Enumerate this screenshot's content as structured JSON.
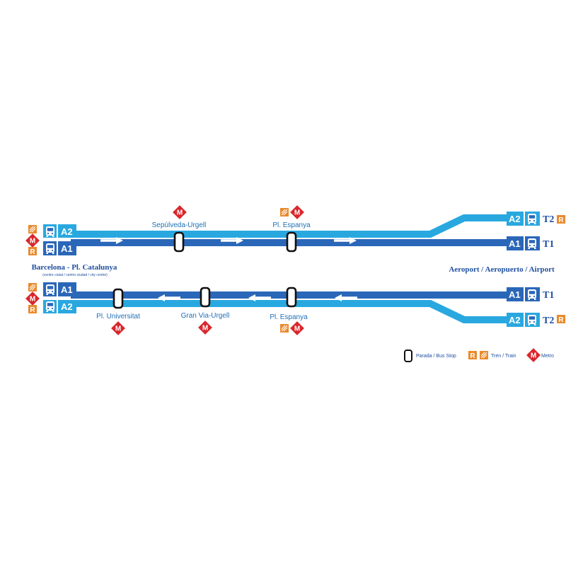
{
  "colors": {
    "a1_line": "#2a67b8",
    "a2_line": "#29a8e0",
    "metro": "#d9262c",
    "train": "#e98a2c",
    "label": "#1f4fa0"
  },
  "routes": {
    "a1": "A1",
    "a2": "A2"
  },
  "terminals": {
    "t1": "T1",
    "t2": "T2"
  },
  "city": {
    "name": "Barcelona - Pl. Catalunya",
    "subtitle": "(centre ciutat / centro ciudad / city centre)"
  },
  "airport": {
    "name": "Aeroport / Aeropuerto / Airport"
  },
  "stops_to_airport": [
    {
      "name": "Sepúlveda-Urgell",
      "connections": [
        "metro-icon"
      ]
    },
    {
      "name": "Pl. Espanya",
      "connections": [
        "train-icon",
        "metro-icon"
      ]
    }
  ],
  "stops_to_city": [
    {
      "name": "Pl. Universitat",
      "connections": [
        "metro-icon"
      ]
    },
    {
      "name": "Gran Via-Urgell",
      "connections": [
        "metro-icon"
      ]
    },
    {
      "name": "Pl. Espanya",
      "connections": [
        "train-icon",
        "metro-icon"
      ]
    }
  ],
  "icons": {
    "renfe": "R",
    "metro": "M"
  },
  "legend": {
    "bus_stop": "Parada / Bus Stop",
    "train": "Tren / Train",
    "metro": "Metro"
  }
}
